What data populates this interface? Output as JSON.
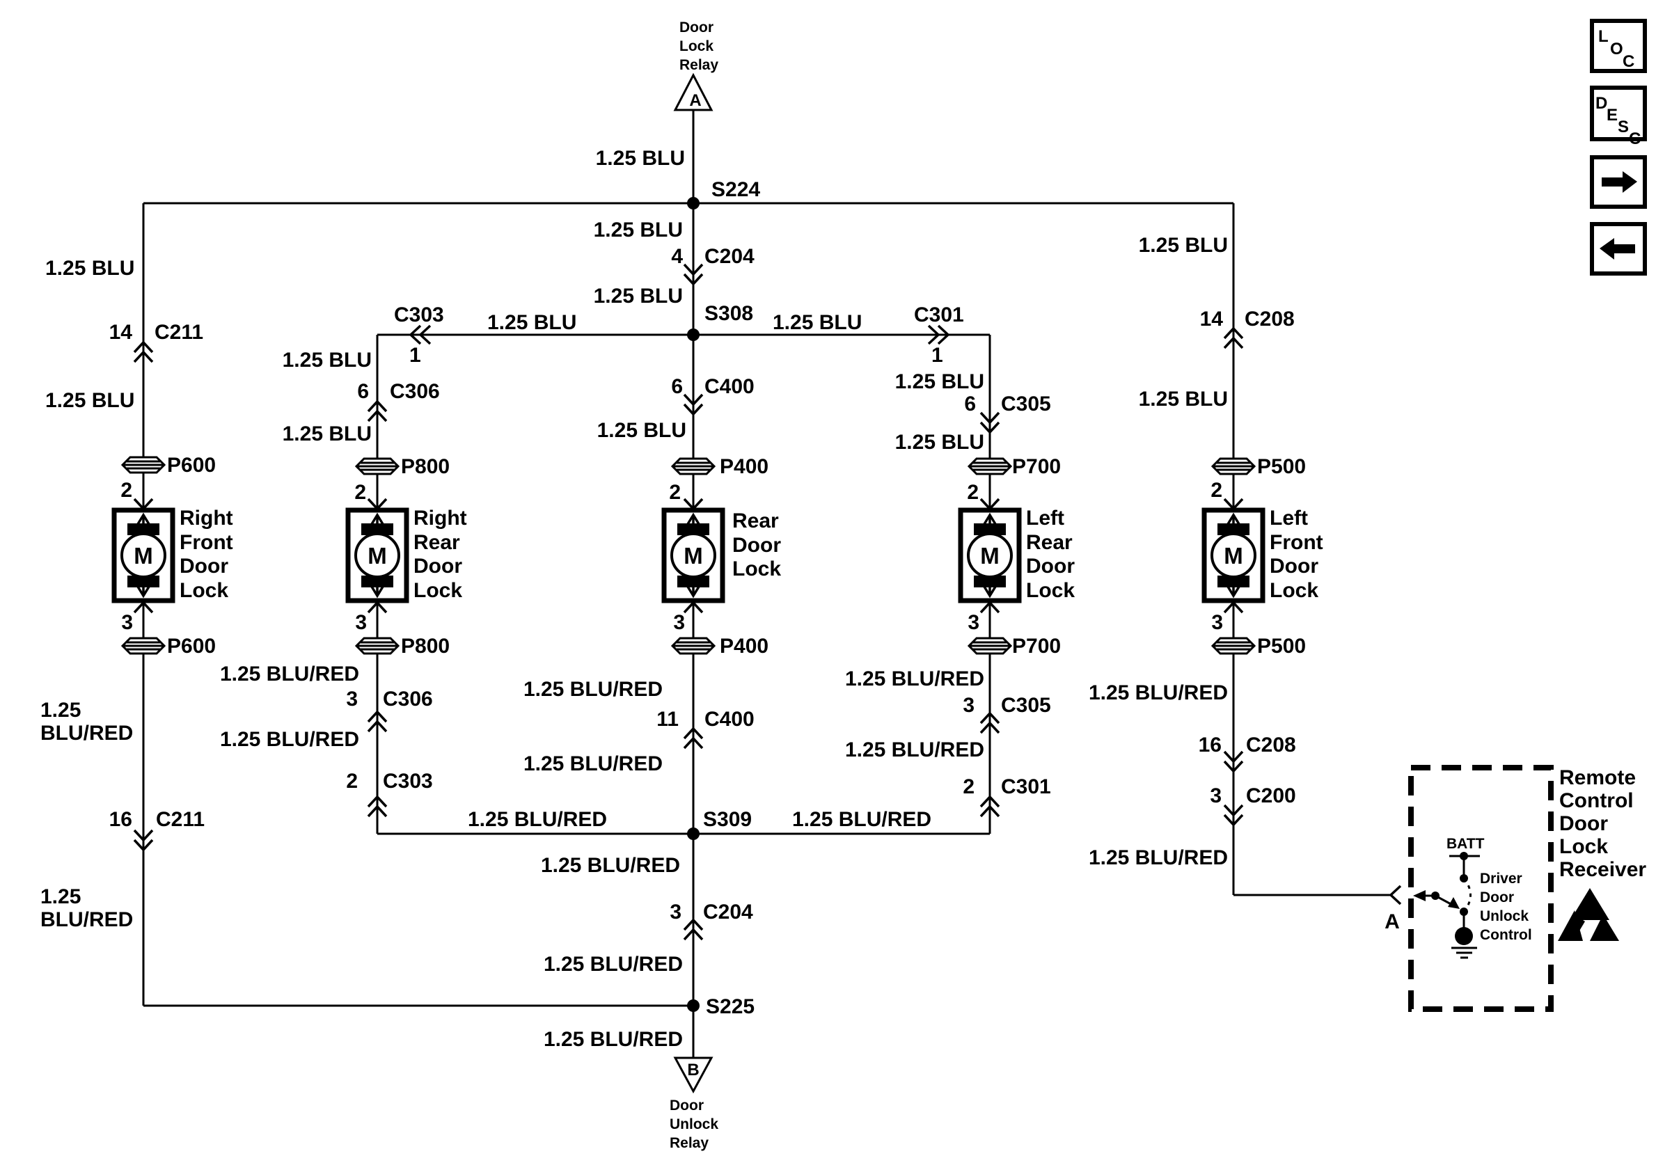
{
  "labels": {
    "blu": "1.25 BLU",
    "blu_red": "1.25 BLU/RED",
    "size_only": "1.25",
    "color_only": "BLU/RED"
  },
  "pins": {
    "n1": "1",
    "n2": "2",
    "n3": "3",
    "n4": "4",
    "n6": "6",
    "n11": "11",
    "n14": "14",
    "n16": "16"
  },
  "splices": {
    "s224": "S224",
    "s308": "S308",
    "s309": "S309",
    "s225": "S225"
  },
  "connectors": {
    "c200": "C200",
    "c204": "C204",
    "c208": "C208",
    "c211": "C211",
    "c301": "C301",
    "c303": "C303",
    "c305": "C305",
    "c306": "C306",
    "c400": "C400"
  },
  "grommets": {
    "p400": "P400",
    "p500": "P500",
    "p600": "P600",
    "p700": "P700",
    "p800": "P800"
  },
  "relays": {
    "top": {
      "lines": [
        "Door",
        "Lock",
        "Relay"
      ],
      "tag": "A"
    },
    "bottom": {
      "lines": [
        "Door",
        "Unlock",
        "Relay"
      ],
      "tag": "B"
    }
  },
  "motors": {
    "letter": "M",
    "rf": [
      "Right",
      "Front",
      "Door",
      "Lock"
    ],
    "rr": [
      "Right",
      "Rear",
      "Door",
      "Lock"
    ],
    "rear": [
      "Rear",
      "Door",
      "Lock"
    ],
    "lr": [
      "Left",
      "Rear",
      "Door",
      "Lock"
    ],
    "lf": [
      "Left",
      "Front",
      "Door",
      "Lock"
    ]
  },
  "receiver": {
    "title_lines": [
      "Remote",
      "Control",
      "Door",
      "Lock",
      "Receiver"
    ],
    "batt": "BATT",
    "switch_lines": [
      "Driver",
      "Door",
      "Unlock",
      "Control"
    ],
    "wire_tag": "A",
    "esd_icon": "esd-sensitive-icon"
  },
  "toolbar": {
    "loc_letters": [
      "L",
      "O",
      "C"
    ],
    "desc_letters": [
      "D",
      "E",
      "S",
      "C"
    ],
    "next_icon": "right-arrow",
    "prev_icon": "left-arrow"
  },
  "colors": {
    "ink": "#000000",
    "paper": "#ffffff"
  }
}
